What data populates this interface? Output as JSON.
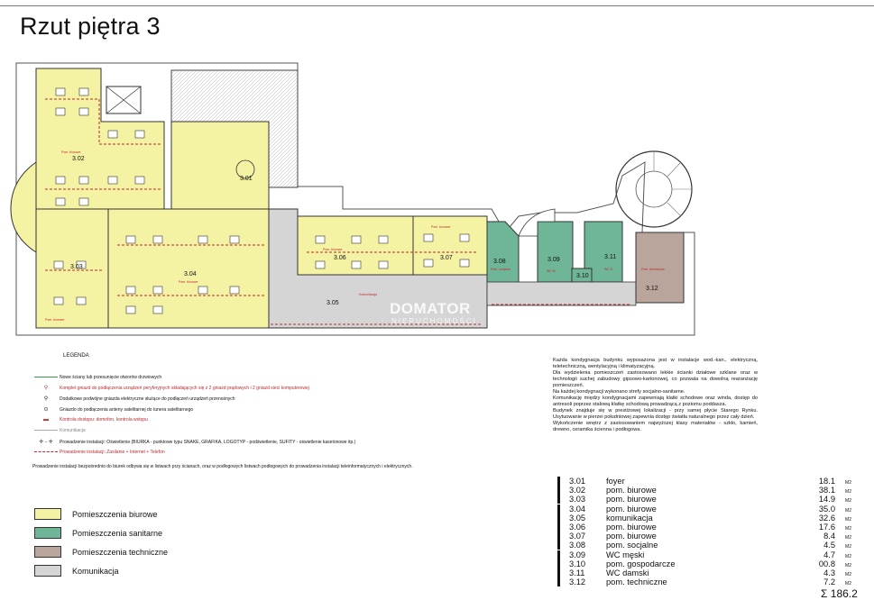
{
  "title": "Rzut piętra 3",
  "watermark": {
    "brand": "DOMATOR",
    "sub": "NIERUCHOMOŚCI"
  },
  "legend": {
    "heading": "LEGENDA",
    "items": [
      {
        "symbol": "line-green",
        "text": "Nowe ściany lub przesunięcie otworów drzwiowych",
        "red": false
      },
      {
        "symbol": "socket-red",
        "text": "Komplet gniazd do podłączenia urządzeń peryferyjnych składających się z 2 gniazd prądowych i 2 gniazd sieci komputerowej",
        "red": true
      },
      {
        "symbol": "socket-double",
        "text": "Dodatkowe podwójne gniazda elektryczne służące do podłączeń urządzeń przenośnych",
        "red": false
      },
      {
        "symbol": "antenna",
        "text": "Gniazdo do podłączenia anteny satelitarnej do tunera satelitarnego",
        "red": false
      },
      {
        "symbol": "access",
        "text": "Kontrola dostępu: domofon, kontrola wstępu",
        "red": true
      },
      {
        "symbol": "line-gray",
        "text": "Komunikacja",
        "red": false
      },
      {
        "symbol": "lighting",
        "text": "Prowadzenie instalacji: Oświetlenie (BIURKA - punktowe typu SNAKE, GRAFIKA, LOGOTYP - podświetlenie, SUFITY - oświetlenie kasetonowe itp.)",
        "red": false
      },
      {
        "symbol": "line-red-dashed",
        "text": "Prowadzenie instalacji: Zasilanie + Internet + Telefon",
        "red": true
      }
    ],
    "note": "Prowadzenie instalacji bezpośrednio do biurek odbywa się w listwach przy ścianach, oraz w podłogowych listwach podłogowych do prowadzenia instalacji teleinformatycznych i elektrycznych."
  },
  "categories": [
    {
      "label": "Pomieszczenia biurowe",
      "color": "#f4f3a3"
    },
    {
      "label": "Pomieszczenia sanitarne",
      "color": "#6fb597"
    },
    {
      "label": "Pomieszczenia techniczne",
      "color": "#b9a59b"
    },
    {
      "label": "Komunikacja",
      "color": "#d5d5d5"
    }
  ],
  "description": [
    "Każda kondygnacja budynku wyposażona jest w instalacje wod.-kan., elektryczną, teletechniczną, wentylacyjną i klimatyzacyjną.",
    "Dla wydzielenia pomieszczeń zastosowano lekkie ścianki działowe szklane oraz w technologii suchej zabudowy gipsowo-kartonowej, co pozwala na dowolną rearanżację pomieszczeń.",
    "Na każdej kondygnacji wykonano strefy socjalno-sanitarne.",
    "Komunikację między kondygnacjami zapewniają klatki schodowe oraz winda, dostęp do antresoli poprzez stalową klatkę schodową prowadzącą z poziomu poddasza.",
    "Budynek znajduje się w prestiżowej lokalizacji - przy samej płycie Starego Rynku. Usytuowanie w pierzei południowej zapewnia dostęp światła naturalnego przez cały dzień.",
    "Wykończenie wnętrz z zastosowaniem najwyższej klasy materiałów - szkło, kamień, drewno, ceramika ścienna i podłogowa."
  ],
  "rooms": [
    {
      "num": "3.01",
      "name": "foyer",
      "area": "18.1",
      "unit": "M2"
    },
    {
      "num": "3.02",
      "name": "pom. biurowe",
      "area": "38.1",
      "unit": "M2"
    },
    {
      "num": "3.03",
      "name": "pom. biurowe",
      "area": "14.9",
      "unit": "M2"
    },
    {
      "num": "3.04",
      "name": "pom. biurowe",
      "area": "35.0",
      "unit": "M2"
    },
    {
      "num": "3.05",
      "name": "komunikacja",
      "area": "32.6",
      "unit": "M2"
    },
    {
      "num": "3.06",
      "name": "pom. biurowe",
      "area": "17.6",
      "unit": "M2"
    },
    {
      "num": "3.07",
      "name": "pom. biurowe",
      "area": "8.4",
      "unit": "M2"
    },
    {
      "num": "3.08",
      "name": "pom. socjalne",
      "area": "4.5",
      "unit": "M2"
    },
    {
      "num": "3.09",
      "name": "WC męski",
      "area": "4.7",
      "unit": "M2"
    },
    {
      "num": "3.10",
      "name": "pom. gospodarcze",
      "area": "00.8",
      "unit": "M2"
    },
    {
      "num": "3.11",
      "name": "WC damski",
      "area": "4.3",
      "unit": "M2"
    },
    {
      "num": "3.12",
      "name": "pom. techniczne",
      "area": "7.2",
      "unit": "M2"
    }
  ],
  "total": {
    "symbol": "Σ",
    "value": "186.2"
  },
  "plan_labels": {
    "r301": "3.01",
    "r302": "3.02",
    "r303": "3.03",
    "r304": "3.04",
    "r305": "3.05",
    "r306": "3.06",
    "r307": "3.07",
    "r308": "3.08",
    "r309": "3.09",
    "r310": "3.10",
    "r311": "3.11",
    "r312": "3.12",
    "office": "Pom. biurowe",
    "social": "Pom. socjalne",
    "tech": "Pom. techniczne",
    "wcm": "WC M",
    "wcd": "WC D",
    "komunikacja": "Komunikacja"
  }
}
